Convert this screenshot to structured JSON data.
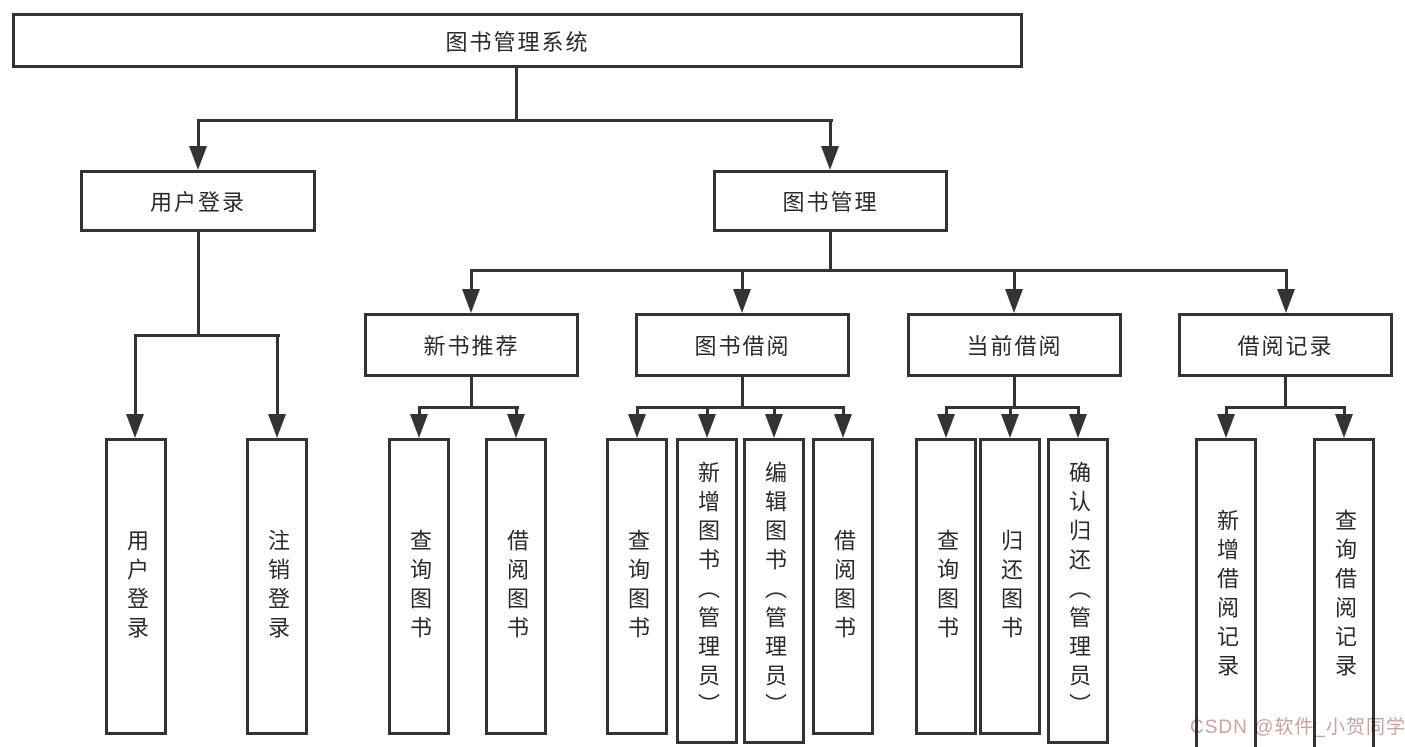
{
  "tree": {
    "root": {
      "label": "图书管理系统"
    },
    "branches": [
      {
        "label": "用户登录",
        "children": [
          {
            "label": "用户登录"
          },
          {
            "label": "注销登录"
          }
        ]
      },
      {
        "label": "图书管理",
        "children": [
          {
            "label": "新书推荐",
            "children": [
              {
                "label": "查询图书"
              },
              {
                "label": "借阅图书"
              }
            ]
          },
          {
            "label": "图书借阅",
            "children": [
              {
                "label": "查询图书"
              },
              {
                "label": "新增图书（管理员）"
              },
              {
                "label": "编辑图书（管理员）"
              },
              {
                "label": "借阅图书"
              }
            ]
          },
          {
            "label": "当前借阅",
            "children": [
              {
                "label": "查询图书"
              },
              {
                "label": "归还图书"
              },
              {
                "label": "确认归还（管理员）"
              }
            ]
          },
          {
            "label": "借阅记录",
            "children": [
              {
                "label": "新增借阅记录"
              },
              {
                "label": "查询借阅记录"
              }
            ]
          }
        ]
      }
    ]
  },
  "watermark": {
    "text": "CSDN @软件_小贺同学"
  },
  "colors": {
    "line": "#333333",
    "text": "#2a2a2a",
    "watermark": "#c9a2a2",
    "background": "#ffffff"
  }
}
